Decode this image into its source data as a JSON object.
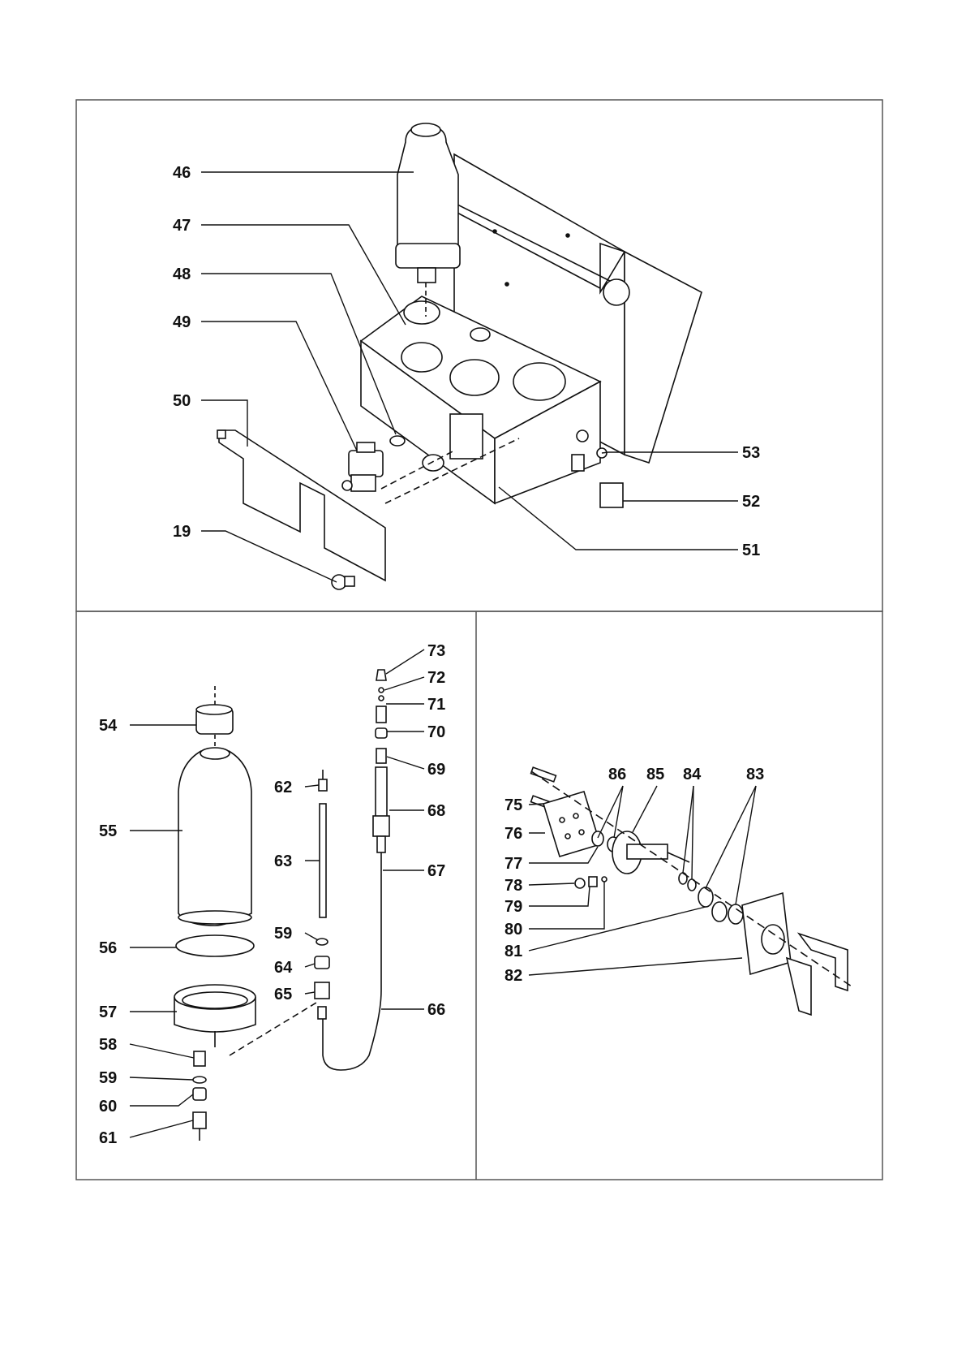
{
  "panels": {
    "top": {
      "labels": {
        "l46": "46",
        "l47": "47",
        "l48": "48",
        "l49": "49",
        "l50": "50",
        "l19": "19",
        "l53": "53",
        "l52": "52",
        "l51": "51"
      }
    },
    "bottom_left": {
      "labels": {
        "l54": "54",
        "l55": "55",
        "l56": "56",
        "l57": "57",
        "l58": "58",
        "l59a": "59",
        "l60": "60",
        "l61": "61",
        "l62": "62",
        "l63": "63",
        "l59b": "59",
        "l64": "64",
        "l65": "65",
        "l66": "66",
        "l67": "67",
        "l68": "68",
        "l69": "69",
        "l70": "70",
        "l71": "71",
        "l72": "72",
        "l73": "73"
      }
    },
    "bottom_right": {
      "labels": {
        "l75": "75",
        "l76": "76",
        "l77": "77",
        "l78": "78",
        "l79": "79",
        "l80": "80",
        "l81": "81",
        "l82": "82",
        "l83": "83",
        "l84": "84",
        "l85": "85",
        "l86": "86"
      }
    }
  },
  "colors": {
    "line": "#111111",
    "frame": "#555555",
    "background": "#ffffff"
  }
}
